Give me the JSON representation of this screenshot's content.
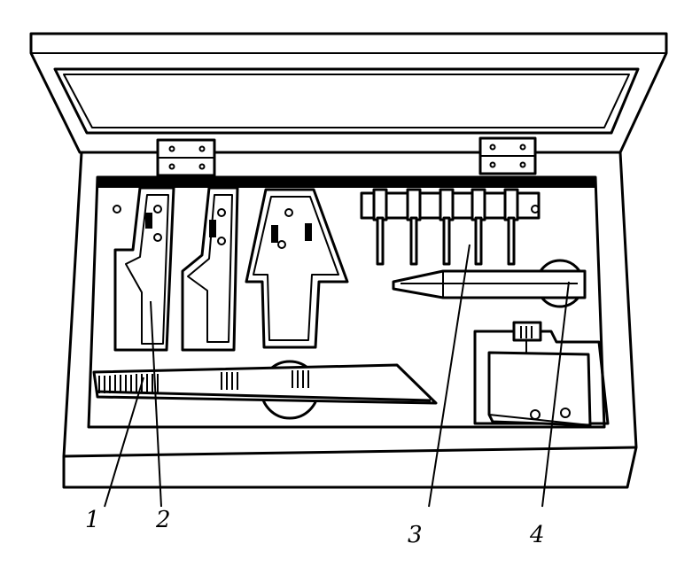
{
  "figure": {
    "callouts": [
      {
        "id": "1",
        "label": "1"
      },
      {
        "id": "2",
        "label": "2"
      },
      {
        "id": "3",
        "label": "3"
      },
      {
        "id": "4",
        "label": "4"
      }
    ],
    "colors": {
      "ink": "#000000",
      "paper": "#ffffff"
    }
  }
}
